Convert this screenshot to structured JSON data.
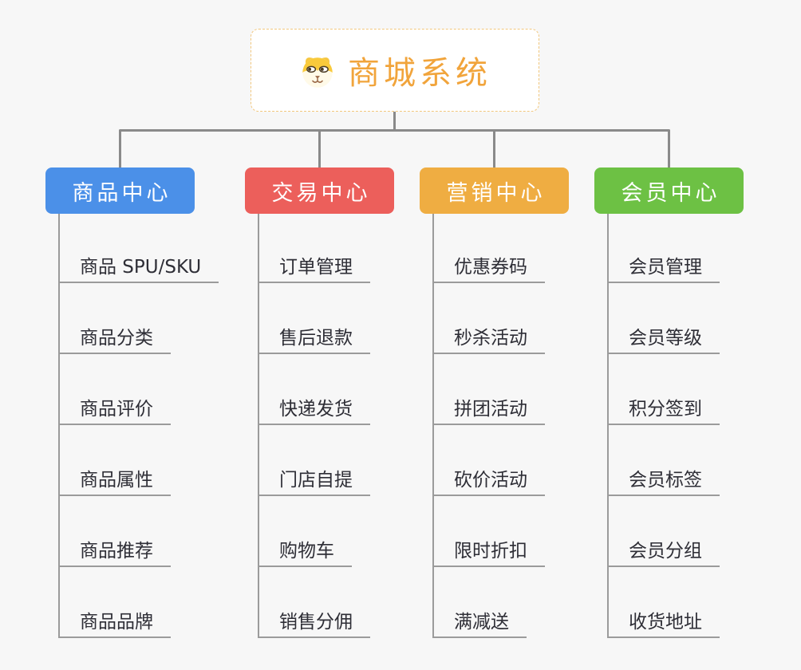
{
  "root": {
    "title": "商城系统",
    "icon": "shiba-dog-icon",
    "accent_color": "#f1a43b",
    "border_color": "#f2c77d"
  },
  "branches": [
    {
      "label": "商品中心",
      "color": "#4b90e8",
      "items": [
        "商品 SPU/SKU",
        "商品分类",
        "商品评价",
        "商品属性",
        "商品推荐",
        "商品品牌"
      ]
    },
    {
      "label": "交易中心",
      "color": "#ec5f5b",
      "items": [
        "订单管理",
        "售后退款",
        "快递发货",
        "门店自提",
        "购物车",
        "销售分佣"
      ]
    },
    {
      "label": "营销中心",
      "color": "#efad42",
      "items": [
        "优惠券码",
        "秒杀活动",
        "拼团活动",
        "砍价活动",
        "限时折扣",
        "满减送"
      ]
    },
    {
      "label": "会员中心",
      "color": "#6dc144",
      "items": [
        "会员管理",
        "会员等级",
        "积分签到",
        "会员标签",
        "会员分组",
        "收货地址"
      ]
    }
  ],
  "connector_color": "#8a8a8a"
}
